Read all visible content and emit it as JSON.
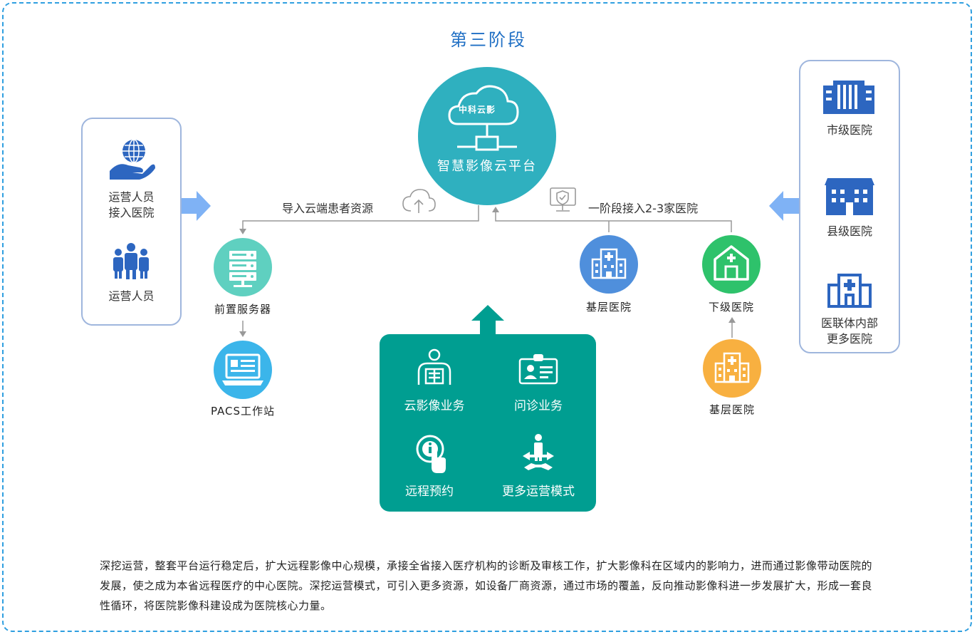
{
  "title": "第三阶段",
  "cloud": {
    "brand": "中科云影",
    "platform": "智慧影像云平台"
  },
  "left_panel": {
    "items": [
      {
        "icon": "hand-globe-icon",
        "label_line1": "运营人员",
        "label_line2": "接入医院"
      },
      {
        "icon": "people-group-icon",
        "label_line1": "运营人员"
      }
    ]
  },
  "right_panel": {
    "items": [
      {
        "icon": "city-hospital-building-icon",
        "label_line1": "市级医院"
      },
      {
        "icon": "county-hospital-building-icon",
        "label_line1": "县级医院"
      },
      {
        "icon": "hospital-cross-building-icon",
        "label_line1": "医联体内部",
        "label_line2": "更多医院"
      }
    ]
  },
  "connectors": {
    "left_text": "导入云端患者资源",
    "right_text": "一阶段接入2-3家医院"
  },
  "nodes": {
    "front_server": "前置服务器",
    "pacs": "PACS工作站",
    "base_hospital_top": "基层医院",
    "lower_hospital": "下级医院",
    "base_hospital_bottom": "基层医院"
  },
  "business": {
    "items": [
      {
        "icon": "xray-person-icon",
        "label": "云影像业务"
      },
      {
        "icon": "doctor-id-card-icon",
        "label": "问诊业务"
      },
      {
        "icon": "info-touch-icon",
        "label": "远程预约"
      },
      {
        "icon": "crossroads-person-icon",
        "label": "更多运营模式"
      }
    ]
  },
  "description": "深挖运营，整套平台运行稳定后，扩大远程影像中心规模，承接全省接入医疗机构的诊断及审核工作，扩大影像科在区域内的影响力，进而通过影像带动医院的发展，使之成为本省远程医疗的中心医院。深挖运营模式，可引入更多资源，如设备厂商资源，通过市场的覆盖，反向推动影像科进一步发展扩大，形成一套良性循环，将医院影像科建设成为医院核心力量。",
  "colors": {
    "frame": "#2f9fe0",
    "title": "#1f6fc4",
    "cloud": "#2fb0bf",
    "business_box": "#009e91",
    "server": "#5fd0c0",
    "pacs": "#3bb5ea",
    "base_hospital_top": "#4f8fdc",
    "lower_hospital": "#2ec26b",
    "base_hospital_bottom": "#f8b040",
    "icon_blue": "#2d66c0",
    "arrow_light": "#7fb2f5"
  }
}
